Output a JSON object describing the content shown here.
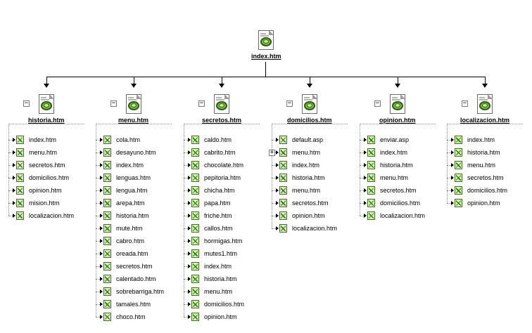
{
  "root": {
    "label": "index.htm",
    "icon": "web-page-icon"
  },
  "colors": {
    "link": "#000000",
    "connector": "#000000",
    "icon_green": "#7cba3c",
    "icon_dark": "#2f5e14",
    "tree_dots": "#8c8c8c"
  },
  "icons": {
    "collapse": "minus-box-icon",
    "expand": "plus-box-icon",
    "file": "htm-file-icon",
    "link_arrow": "link-arrow-icon"
  },
  "toggle_symbols": {
    "collapse": "−",
    "expand": "+"
  },
  "columns": [
    {
      "label": "historia.htm",
      "items": [
        {
          "label": "index.htm"
        },
        {
          "label": "menu.htm"
        },
        {
          "label": "secretos.htm"
        },
        {
          "label": "domicilios.htm"
        },
        {
          "label": "opinion.htm"
        },
        {
          "label": "mision.htm"
        },
        {
          "label": "localizacion.htm"
        }
      ]
    },
    {
      "label": "menu.htm",
      "items": [
        {
          "label": "cola.htm"
        },
        {
          "label": "desayuno.htm"
        },
        {
          "label": "index.htm"
        },
        {
          "label": "lenguas.htm"
        },
        {
          "label": "lengua.htm"
        },
        {
          "label": "arepa.htm"
        },
        {
          "label": "historia.htm"
        },
        {
          "label": "mute.htm"
        },
        {
          "label": "cabro.htm"
        },
        {
          "label": "oreada.htm"
        },
        {
          "label": "secretos.htm"
        },
        {
          "label": "calentado.htm"
        },
        {
          "label": "sobrebarriga.htm"
        },
        {
          "label": "tamales.htm"
        },
        {
          "label": "choco.htm"
        }
      ]
    },
    {
      "label": "secretos.htm",
      "items": [
        {
          "label": "caldo.htm"
        },
        {
          "label": "cabrito.htm"
        },
        {
          "label": "chocolate.htm"
        },
        {
          "label": "pepitoria.htm"
        },
        {
          "label": "chicha.htm"
        },
        {
          "label": "papa.htm"
        },
        {
          "label": "friche.htm"
        },
        {
          "label": "callos.htm"
        },
        {
          "label": "hormigas.htm"
        },
        {
          "label": "mutes1.htm"
        },
        {
          "label": "index.htm"
        },
        {
          "label": "historia.htm"
        },
        {
          "label": "menu.htm"
        },
        {
          "label": "domicilios.htm"
        },
        {
          "label": "opinion.htm"
        }
      ]
    },
    {
      "label": "domicilios.htm",
      "items": [
        {
          "label": "default.asp"
        },
        {
          "label": "menu.htm",
          "expand": true
        },
        {
          "label": "index.htm"
        },
        {
          "label": "historia.htm"
        },
        {
          "label": "menu.htm"
        },
        {
          "label": "secretos.htm"
        },
        {
          "label": "opinion.htm"
        },
        {
          "label": "localizacion.htm"
        }
      ]
    },
    {
      "label": "opinion.htm",
      "items": [
        {
          "label": "enviar.asp"
        },
        {
          "label": "index.htm"
        },
        {
          "label": "historia.htm"
        },
        {
          "label": "menu.htm"
        },
        {
          "label": "secretos.htm"
        },
        {
          "label": "domicilios.htm"
        },
        {
          "label": "localizacion.htm"
        }
      ]
    },
    {
      "label": "localizacion.htm",
      "items": [
        {
          "label": "index.htm"
        },
        {
          "label": "historia.htm"
        },
        {
          "label": "menu.htm"
        },
        {
          "label": "secretos.htm"
        },
        {
          "label": "domicilios.htm"
        },
        {
          "label": "opinion.htm"
        }
      ]
    }
  ]
}
